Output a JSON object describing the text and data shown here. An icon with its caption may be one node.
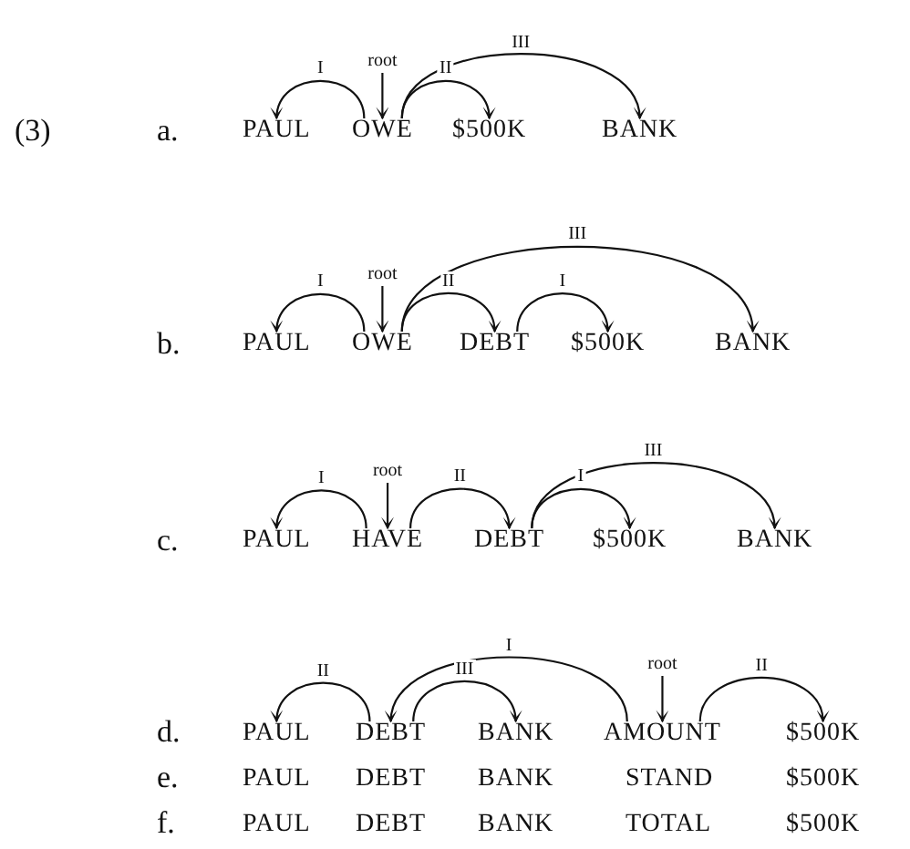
{
  "diagram": {
    "nodes": [
      {
        "text": [
          "PAUL"
        ]
      },
      {
        "text": [
          "OWE"
        ]
      },
      {
        "text": [
          "$500K"
        ]
      },
      {
        "text": [
          "BANK"
        ]
      },
      {
        "text": [
          "PAUL"
        ]
      },
      {
        "text": [
          "OWE"
        ]
      },
      {
        "text": [
          "DEBT"
        ]
      },
      {
        "text": [
          "$500K"
        ]
      },
      {
        "text": [
          "BANK"
        ]
      },
      {
        "text": [
          "PAUL"
        ]
      },
      {
        "text": [
          "HAVE"
        ]
      },
      {
        "text": [
          "DEBT"
        ]
      },
      {
        "text": [
          "$500K"
        ]
      },
      {
        "text": [
          "BANK"
        ]
      },
      {
        "text": [
          "PAUL"
        ]
      },
      {
        "text": [
          "DEBT"
        ]
      },
      {
        "text": [
          "BANK"
        ]
      },
      {
        "text": [
          "AMOUNT"
        ]
      },
      {
        "text": [
          "$500K"
        ]
      }
    ],
    "edges": [
      {
        "from": 1,
        "to": 0,
        "arrow": "to",
        "label": "I"
      },
      {
        "from": null,
        "to": 1,
        "arrow": "to",
        "label": "root"
      },
      {
        "from": 1,
        "to": 2,
        "arrow": "to",
        "label": "II"
      },
      {
        "from": 1,
        "to": 3,
        "arrow": "to",
        "label": "III"
      },
      {
        "from": 5,
        "to": 4,
        "arrow": "to",
        "label": "I"
      },
      {
        "from": null,
        "to": 5,
        "arrow": "to",
        "label": "root"
      },
      {
        "from": 5,
        "to": 6,
        "arrow": "to",
        "label": "II"
      },
      {
        "from": 6,
        "to": 7,
        "arrow": "to",
        "label": "I"
      },
      {
        "from": 5,
        "to": 8,
        "arrow": "to",
        "label": "III"
      },
      {
        "from": 10,
        "to": 9,
        "arrow": "to",
        "label": "I"
      },
      {
        "from": null,
        "to": 10,
        "arrow": "to",
        "label": "root"
      },
      {
        "from": 10,
        "to": 11,
        "arrow": "to",
        "label": "II"
      },
      {
        "from": 11,
        "to": 12,
        "arrow": "to",
        "label": "I"
      },
      {
        "from": 11,
        "to": 13,
        "arrow": "to",
        "label": "III"
      },
      {
        "from": 15,
        "to": 14,
        "arrow": "to",
        "label": "II"
      },
      {
        "from": 17,
        "to": 15,
        "arrow": "to",
        "label": "I"
      },
      {
        "from": null,
        "to": 17,
        "arrow": "to",
        "label": "root"
      },
      {
        "from": 15,
        "to": 16,
        "arrow": "to",
        "label": "III"
      },
      {
        "from": 17,
        "to": 18,
        "arrow": "to",
        "label": "II"
      }
    ],
    "labels": [
      "(3)",
      "a.",
      "b.",
      "c.",
      "d.",
      "e.",
      "PAUL",
      "DEBT",
      "BANK",
      "STAND",
      "$500K",
      "f.",
      "PAUL",
      "DEBT",
      "BANK",
      "TOTAL",
      "$500K"
    ]
  }
}
